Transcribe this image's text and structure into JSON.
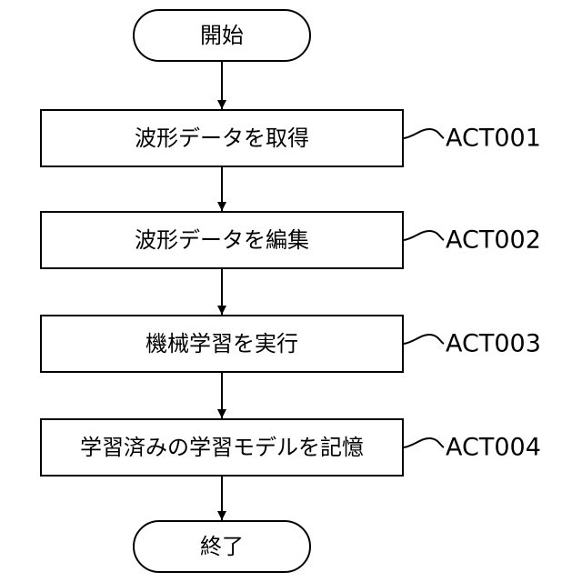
{
  "flowchart": {
    "start": "開始",
    "end": "終了",
    "steps": [
      {
        "text": "波形データを取得",
        "id": "ACT001"
      },
      {
        "text": "波形データを編集",
        "id": "ACT002"
      },
      {
        "text": "機械学習を実行",
        "id": "ACT003"
      },
      {
        "text": "学習済みの学習モデルを記憶",
        "id": "ACT004"
      }
    ]
  }
}
